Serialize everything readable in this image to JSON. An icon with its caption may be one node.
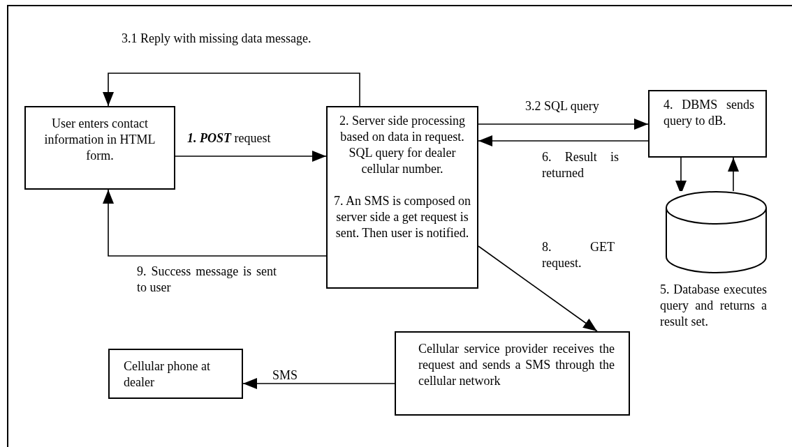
{
  "diagram": {
    "nodes": [
      {
        "text": [
          "User enters contact information in HTML form."
        ]
      },
      {
        "text": [
          "2. Server side processing based on data in request. SQL query for dealer cellular number.",
          "7. An SMS is composed on server side a get request is sent. Then user is notified."
        ]
      },
      {
        "text": [
          "4. DBMS sends query to dB."
        ]
      },
      {
        "text": [],
        "shape": "cylinder",
        "beside": [
          "5. Database executes query and returns a result set."
        ]
      },
      {
        "text": [
          "Cellular service provider receives the request and sends a SMS through the cellular network"
        ]
      },
      {
        "text": [
          "Cellular phone at dealer"
        ]
      }
    ],
    "edges": [
      {
        "from": 0,
        "to": 1,
        "arrow": "to",
        "label": "**1. POST** request"
      },
      {
        "from": 1,
        "to": 0,
        "arrow": "to",
        "label": "3.1 Reply with missing data message."
      },
      {
        "from": 1,
        "to": 2,
        "arrow": "to",
        "label": "3.2 SQL query"
      },
      {
        "from": 2,
        "to": 1,
        "arrow": "to",
        "label": "6. Result is returned"
      },
      {
        "from": 2,
        "to": 3,
        "arrow": "to"
      },
      {
        "from": 3,
        "to": 2,
        "arrow": "to"
      },
      {
        "from": 1,
        "to": 0,
        "arrow": "to",
        "label": "9. Success message is sent to user"
      },
      {
        "from": 1,
        "to": 4,
        "arrow": "to",
        "label": "8. GET request."
      },
      {
        "from": 4,
        "to": 5,
        "arrow": "to",
        "label": "SMS"
      }
    ]
  }
}
